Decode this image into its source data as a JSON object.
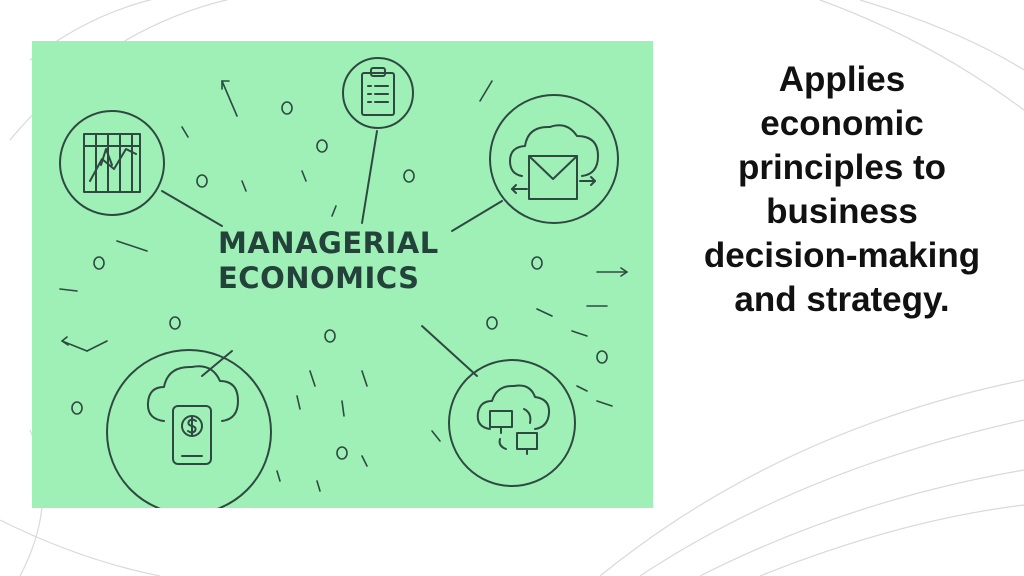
{
  "illustration": {
    "background_color": "#9ff0b7",
    "line_color": "#2e4a40",
    "title_line1": "MANAGERIAL",
    "title_line2": "ECONOMICS",
    "icons": [
      "chart-icon",
      "clipboard-icon",
      "cloud-envelope-icon",
      "cloud-phone-dollar-icon",
      "cloud-devices-icon"
    ]
  },
  "caption": {
    "lines": [
      "Applies",
      "economic",
      "principles to",
      "business",
      "decision-making",
      "and strategy."
    ]
  }
}
